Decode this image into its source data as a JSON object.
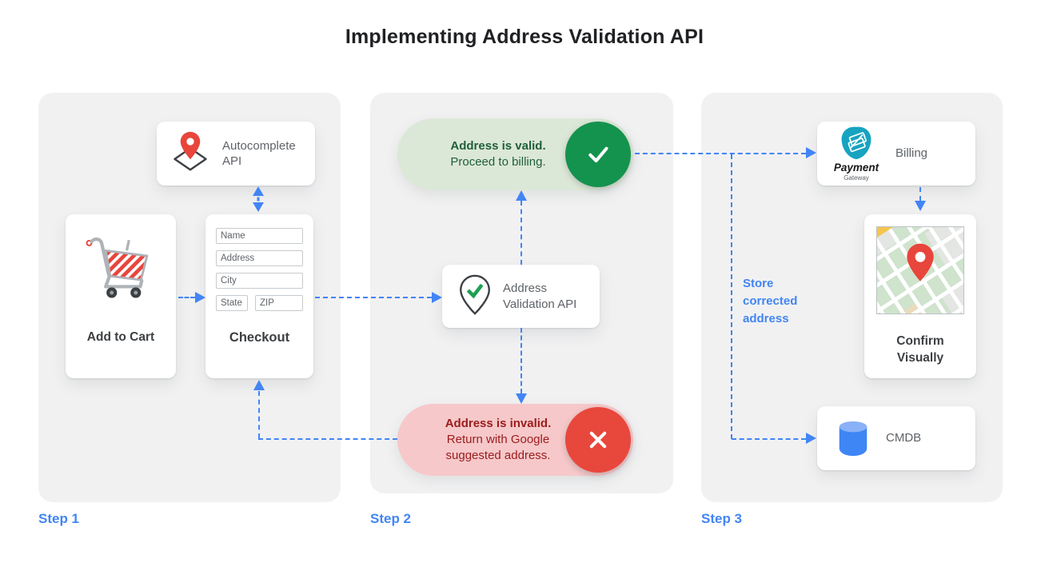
{
  "title": "Implementing Address Validation API",
  "colors": {
    "accent_blue": "#4285f4",
    "valid_green": "#14934e",
    "valid_pill_bg": "#dce8d7",
    "invalid_red": "#e8473c",
    "invalid_pill_bg": "#f6c8ca"
  },
  "step1": {
    "label": "Step 1",
    "autocomplete": {
      "label": "Autocomplete API"
    },
    "add_to_cart": {
      "label": "Add to Cart"
    },
    "checkout": {
      "label": "Checkout",
      "fields": {
        "name": "Name",
        "address": "Address",
        "city": "City",
        "state": "State",
        "zip": "ZIP"
      }
    }
  },
  "step2": {
    "label": "Step 2",
    "valid_pill": {
      "title": "Address is valid.",
      "subtitle": "Proceed to billing."
    },
    "validation_api": {
      "label": "Address Validation API"
    },
    "invalid_pill": {
      "title": "Address is invalid.",
      "subtitle": "Return with Google suggested address."
    }
  },
  "step3": {
    "label": "Step 3",
    "billing": {
      "label": "Billing",
      "logo_title": "Payment",
      "logo_subtitle": "Gateway"
    },
    "confirm": {
      "label": "Confirm Visually"
    },
    "cmdb": {
      "label": "CMDB"
    },
    "store_note": "Store corrected address"
  }
}
